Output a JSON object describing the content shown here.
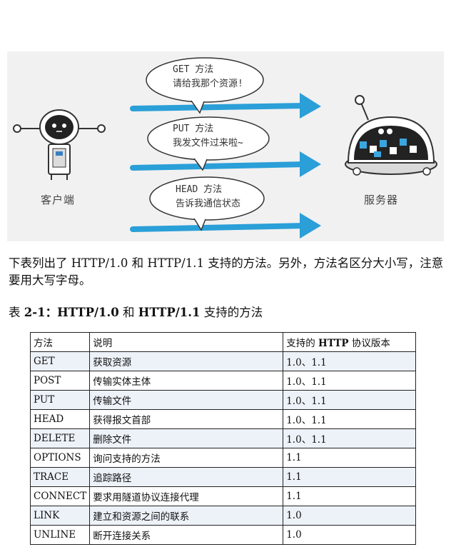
{
  "figure": {
    "client_label": "客户端",
    "server_label": "服务器",
    "bubbles": [
      {
        "line1": "GET 方法",
        "line2": "请给我那个资源!"
      },
      {
        "line1": "PUT 方法",
        "line2": "我发文件过来啦~"
      },
      {
        "line1": "HEAD 方法",
        "line2": "告诉我通信状态"
      }
    ],
    "arrow_color": "#2a9fd8"
  },
  "paragraph": "下表列出了 HTTP/1.0 和 HTTP/1.1 支持的方法。另外，方法名区分大小写，注意要用大写字母。",
  "caption": {
    "prefix": "表 ",
    "number": "2-1",
    "colon": "：",
    "part1": "HTTP/1.0",
    "middle": " 和 ",
    "part2": "HTTP/1.1",
    "suffix": " 支持的方法"
  },
  "table": {
    "headers": [
      "方法",
      "说明",
      "支持的 ",
      "HTTP",
      " 协议版本"
    ],
    "rows": [
      {
        "method": "GET",
        "desc": "获取资源",
        "version": "1.0、1.1"
      },
      {
        "method": "POST",
        "desc": "传输实体主体",
        "version": "1.0、1.1"
      },
      {
        "method": "PUT",
        "desc": "传输文件",
        "version": "1.0、1.1"
      },
      {
        "method": "HEAD",
        "desc": "获得报文首部",
        "version": "1.0、1.1"
      },
      {
        "method": "DELETE",
        "desc": "删除文件",
        "version": "1.0、1.1"
      },
      {
        "method": "OPTIONS",
        "desc": "询问支持的方法",
        "version": "1.1"
      },
      {
        "method": "TRACE",
        "desc": "追踪路径",
        "version": "1.1"
      },
      {
        "method": "CONNECT",
        "desc": "要求用隧道协议连接代理",
        "version": "1.1"
      },
      {
        "method": "LINK",
        "desc": "建立和资源之间的联系",
        "version": "1.0"
      },
      {
        "method": "UNLINE",
        "desc": "断开连接关系",
        "version": "1.0"
      }
    ]
  }
}
